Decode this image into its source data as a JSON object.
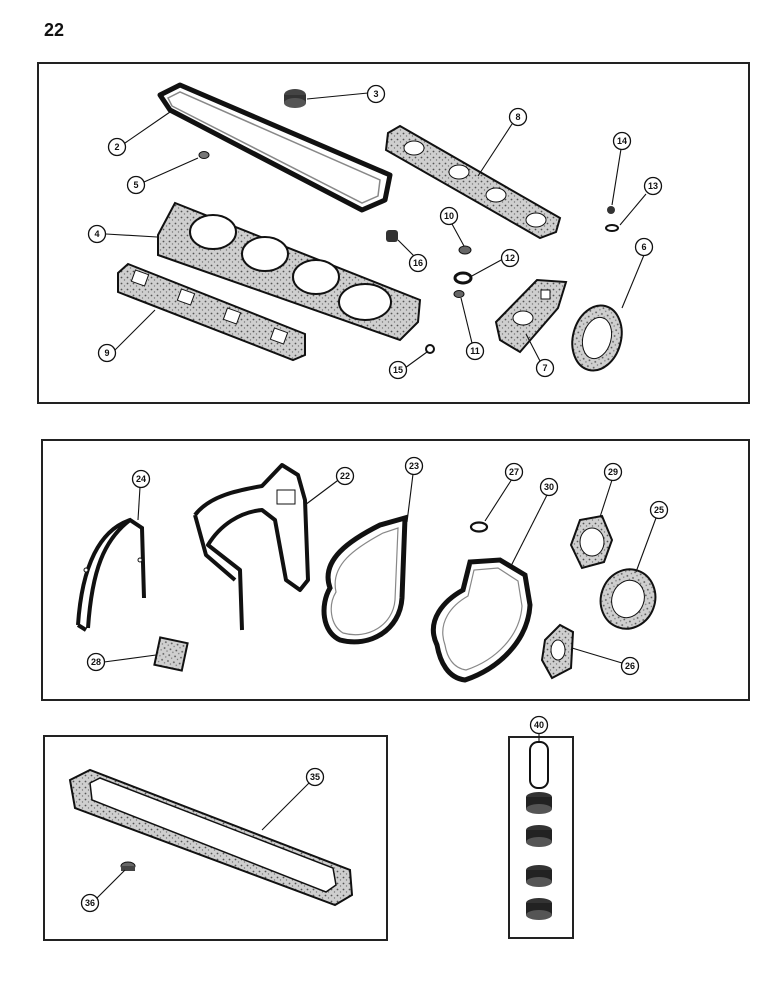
{
  "page_number": "22",
  "panels": {
    "cylinder_head_group": {
      "callouts": [
        "2",
        "3",
        "4",
        "5",
        "6",
        "7",
        "8",
        "9",
        "10",
        "11",
        "12",
        "13",
        "14",
        "15",
        "16"
      ]
    },
    "timing_cover_group": {
      "callouts": [
        "22",
        "23",
        "24",
        "25",
        "26",
        "27",
        "28",
        "29",
        "30"
      ]
    },
    "oil_pan_group": {
      "callouts": [
        "35",
        "36"
      ]
    },
    "seal_group": {
      "callouts": [
        "40"
      ]
    }
  },
  "colors": {
    "ink": "#111111",
    "gasket_fill": "#bdbdbd",
    "paper": "#ffffff"
  }
}
